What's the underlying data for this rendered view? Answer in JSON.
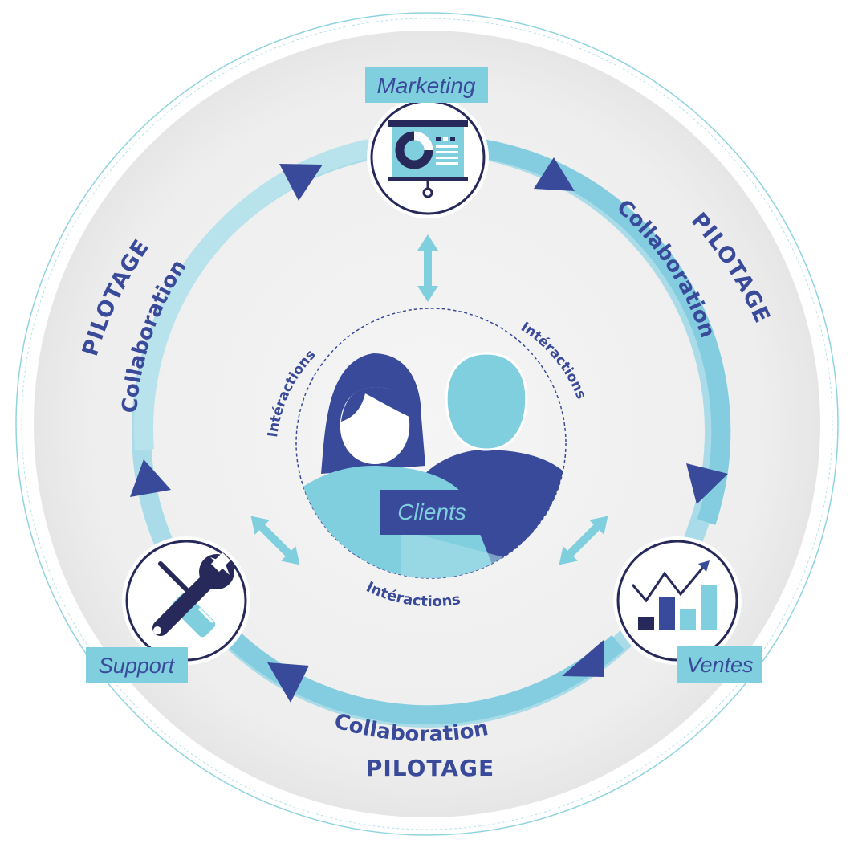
{
  "colors": {
    "navy": "#3a4a9a",
    "dark_navy": "#27295a",
    "light_blue": "#7fcfdf",
    "pale_blue": "#cfeaf1",
    "background_circle": "#efefef"
  },
  "outer_ring": {
    "label_top_right": "PILOTAGE",
    "label_left": "PILOTAGE",
    "label_bottom": "PILOTAGE"
  },
  "cycle": {
    "label_right": "Collaboration",
    "label_left": "Collaboration",
    "label_bottom": "Collaboration"
  },
  "nodes": {
    "marketing": {
      "label": "Marketing",
      "icon": "presentation-board-icon"
    },
    "support": {
      "label": "Support",
      "icon": "wrench-screwdriver-icon"
    },
    "ventes": {
      "label": "Ventes",
      "icon": "growth-chart-icon"
    }
  },
  "center": {
    "label": "Clients",
    "icon": "clients-people-icon",
    "interactions_left": "Intéractions",
    "interactions_right": "Intéractions",
    "interactions_bottom": "Intéractions"
  }
}
